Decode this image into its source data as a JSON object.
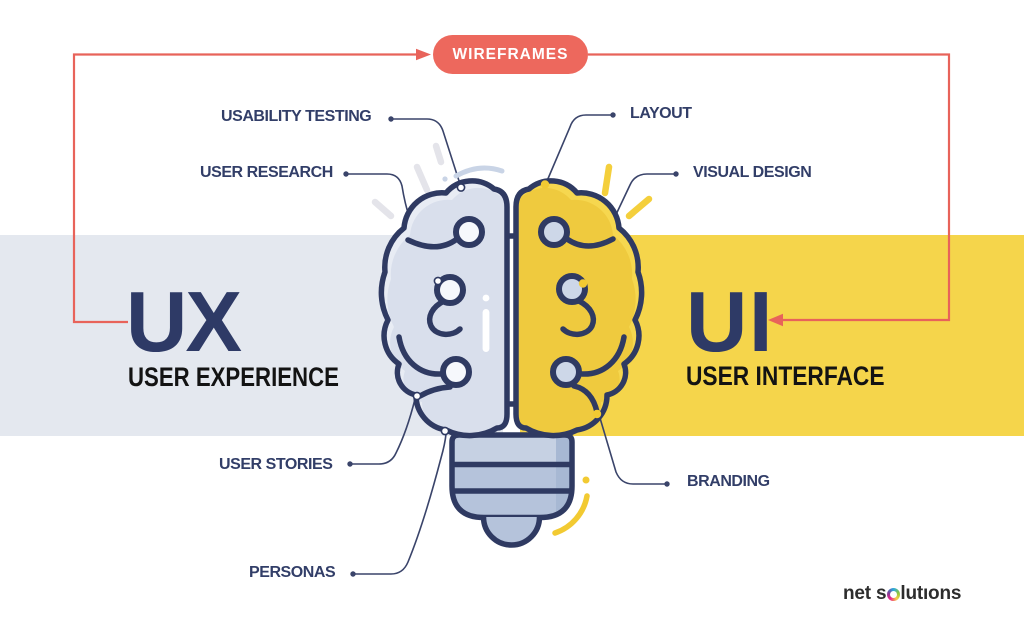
{
  "pill": {
    "label": "WIREFRAMES"
  },
  "left_section": {
    "acronym": "UX",
    "subtitle": "USER EXPERIENCE",
    "labels": {
      "usability_testing": "USABILITY TESTING",
      "user_research": "USER RESEARCH",
      "user_stories": "USER STORIES",
      "personas": "PERSONAS"
    }
  },
  "right_section": {
    "acronym": "UI",
    "subtitle": "USER INTERFACE",
    "labels": {
      "layout": "LAYOUT",
      "visual_design": "VISUAL DESIGN",
      "branding": "BRANDING"
    }
  },
  "logo": {
    "text": "net solutions",
    "part1": "net s",
    "ring_letter": "o",
    "part2": "lutıons"
  },
  "colors": {
    "coral": "#ed685d",
    "band_gray": "#e4e8ef",
    "band_yellow": "#f5d54b",
    "navy": "#2f3a62",
    "brain_left_fill": "#d8dfec",
    "brain_left_rim": "#e9edf5",
    "brain_right_fill": "#eec73a",
    "brain_right_rim": "#f7d852",
    "bulb_base": "#b5c3db",
    "text_black": "#131313"
  }
}
